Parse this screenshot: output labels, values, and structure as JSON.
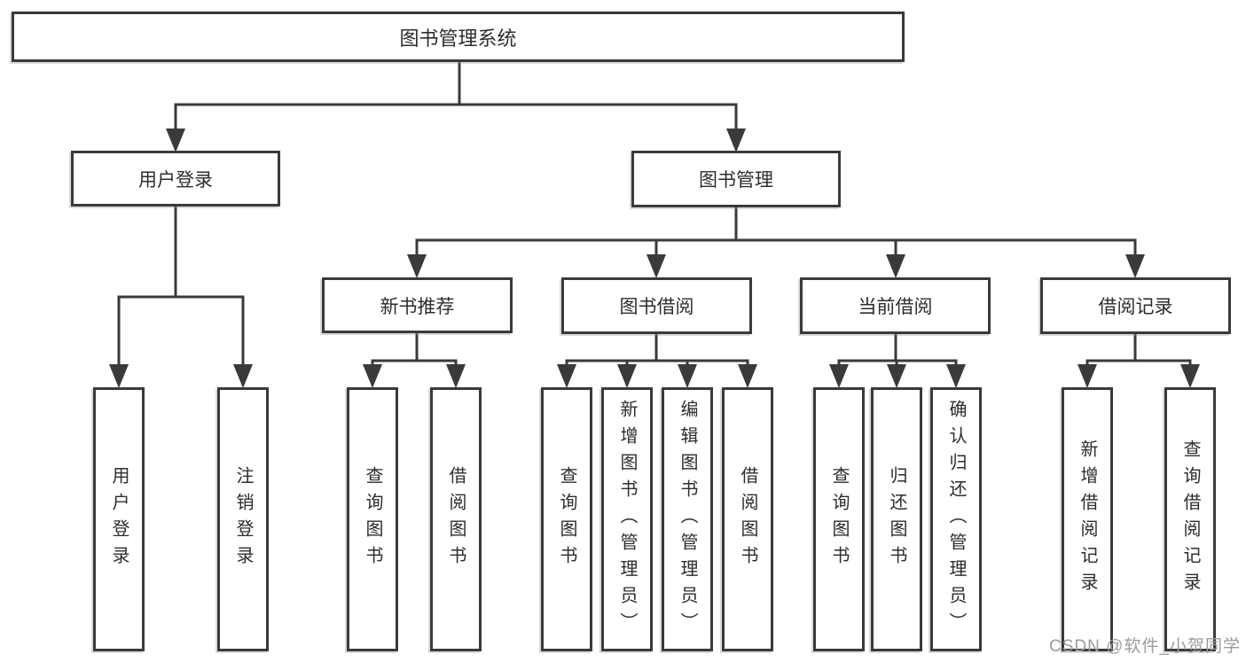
{
  "diagram": {
    "root": {
      "label": "图书管理系统"
    },
    "branches": [
      {
        "label": "用户登录",
        "children": [
          {
            "label": "用户登录"
          },
          {
            "label": "注销登录"
          }
        ]
      },
      {
        "label": "图书管理",
        "children": [
          {
            "label": "新书推荐",
            "children": [
              {
                "label": "查询图书"
              },
              {
                "label": "借阅图书"
              }
            ]
          },
          {
            "label": "图书借阅",
            "children": [
              {
                "label": "查询图书"
              },
              {
                "label": "新增图书（管理员）"
              },
              {
                "label": "编辑图书（管理员）"
              },
              {
                "label": "借阅图书"
              }
            ]
          },
          {
            "label": "当前借阅",
            "children": [
              {
                "label": "查询图书"
              },
              {
                "label": "归还图书"
              },
              {
                "label": "确认归还（管理员）"
              }
            ]
          },
          {
            "label": "借阅记录",
            "children": [
              {
                "label": "新增借阅记录"
              },
              {
                "label": "查询借阅记录"
              }
            ]
          }
        ]
      }
    ]
  },
  "watermark": {
    "text": "CSDN @软件_小贺同学"
  },
  "colors": {
    "line": "#3a3a3a",
    "text": "#2d2d2d",
    "background": "#ffffff",
    "watermark": "#9c9c9c"
  }
}
